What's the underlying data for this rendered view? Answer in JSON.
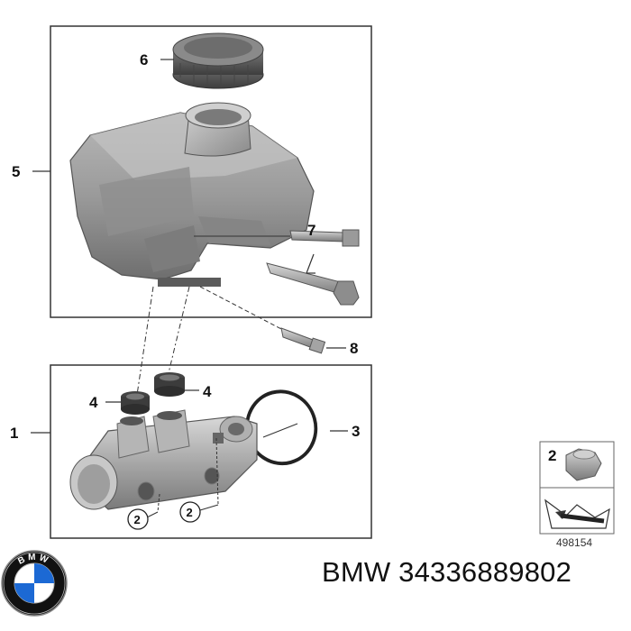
{
  "callouts": {
    "c1": "1",
    "c2a": "2",
    "c2b": "2",
    "c3": "3",
    "c4a": "4",
    "c4b": "4",
    "c5": "5",
    "c6": "6",
    "c7": "7",
    "c8": "8",
    "legend_part": "2"
  },
  "diagram_ref": "498154",
  "part_number": "BMW 34336889802",
  "logo": {
    "name": "bmw-roundel",
    "letters": "BMW",
    "colors": {
      "blue": "#1c69d4",
      "black": "#111111",
      "white": "#ffffff"
    }
  }
}
